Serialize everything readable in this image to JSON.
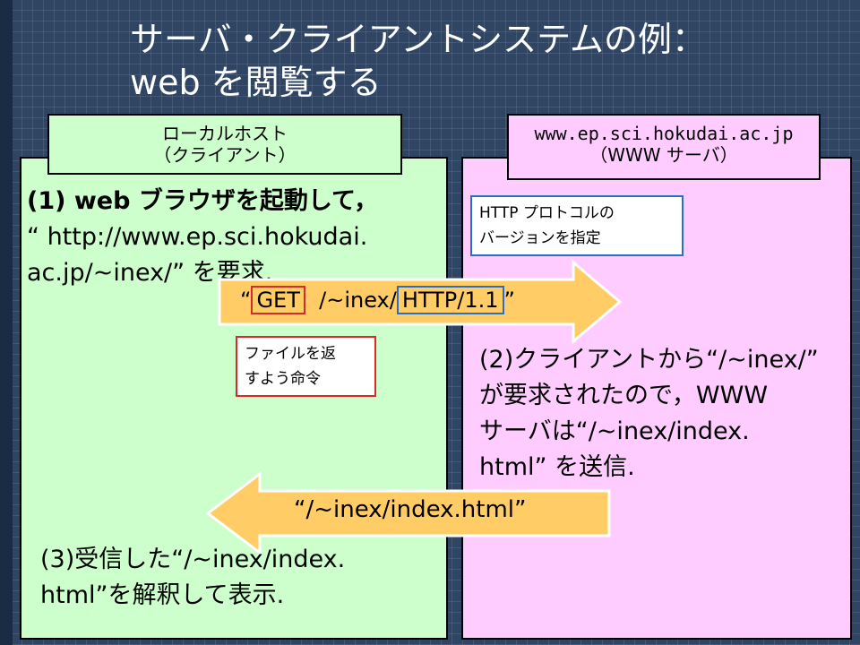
{
  "title": {
    "line1": "サーバ・クライアントシステムの例：",
    "line2": "web を閲覧する"
  },
  "client_label": {
    "line1": "ローカルホスト",
    "line2": "（クライアント）"
  },
  "server_label": {
    "line1": "www.ep.sci.hokudai.ac.jp",
    "line2": "（WWW サーバ）"
  },
  "step1": {
    "line1": "(1) web ブラウザを起動して，",
    "line2": "“ http://www.ep.sci.hokudai.",
    "line3": "ac.jp/~inex/” を要求."
  },
  "note_http": {
    "line1": "HTTP プロトコルの",
    "line2": "バージョンを指定"
  },
  "request": {
    "open_quote": "“",
    "method": "GET",
    "path": "/~inex/",
    "version": "HTTP/1.1",
    "close_quote": "”"
  },
  "note_get": {
    "line1": "ファイルを返",
    "line2": "すよう命令"
  },
  "step2": {
    "line1": "(2)クライアントから“/~inex/”",
    "line2": "が要求されたので，WWW",
    "line3": "サーバは“/~inex/index.",
    "line4": "html” を送信."
  },
  "response": {
    "text": "“/~inex/index.html”"
  },
  "step3": {
    "line1": "(3)受信した“/~inex/index.",
    "line2": "html”を解釈して表示."
  },
  "colors": {
    "background": "#2f4563",
    "client_panel": "#ccffcc",
    "server_panel": "#ffccff",
    "arrow_fill": "#ffcc66",
    "highlight_red": "#d62b2b",
    "highlight_blue": "#2a6fc4"
  }
}
